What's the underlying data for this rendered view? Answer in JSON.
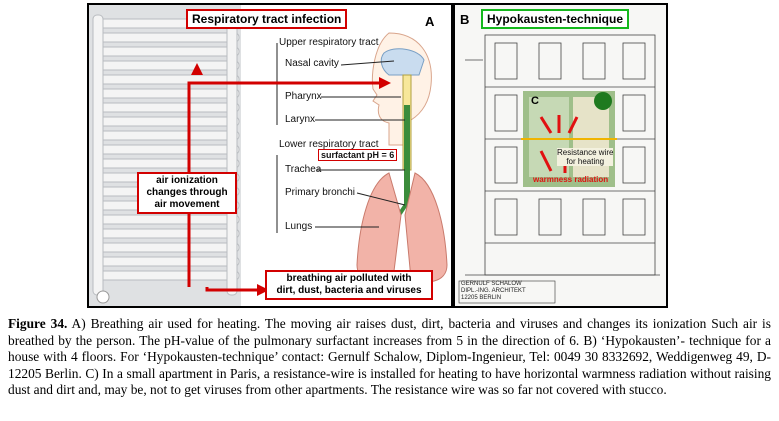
{
  "panel_a": {
    "letter": "A",
    "title": "Respiratory tract infection",
    "upper_tract": "Upper respiratory tract",
    "nasal_cavity": "Nasal cavity",
    "pharynx": "Pharynx",
    "larynx": "Larynx",
    "lower_tract": "Lower respiratory tract",
    "surfactant": "surfactant pH = 6",
    "trachea": "Trachea",
    "primary_bronchi": "Primary bronchi",
    "lungs": "Lungs",
    "air_ionization": [
      "air ionization",
      "changes through",
      "air movement"
    ],
    "polluted": [
      "breathing air polluted with",
      "dirt, dust, bacteria and viruses"
    ]
  },
  "panel_b": {
    "letter": "B",
    "title": "Hypokausten-technique",
    "inset_letter": "C",
    "resistance_wire": [
      "Resistance wire",
      "for heating"
    ],
    "inset_caption": "warmness radiation",
    "stamp": [
      "GERNULF SCHALOW",
      "DIPL.-ING. ARCHITEKT",
      "12205 BERLIN"
    ]
  },
  "caption": {
    "label": "Figure 34.",
    "text": " A) Breathing air used for heating. The moving air raises dust, dirt, bacteria and viruses and changes its ionization Such air is breathed by the person. The pH-value of the pulmonary surfactant increases from 5 in the direction of 6. B) ‘Hypokausten’- technique for a house with 4 floors. For ‘Hypokausten-technique’ contact: Gernulf Schalow, Diplom-Ingenieur, Tel: 0049 30 8332692, Weddigenweg 49, D-12205 Berlin. C) In a small apartment in Paris, a resistance-wire is installed for heating to have horizontal warmness radiation without raising dust and dirt and, may be, not to get viruses from other apartments. The resistance wire was so far not covered with stucco."
  },
  "colors": {
    "arrow_red": "#d20000",
    "title_border_green": "#14b81c",
    "lung_pink": "#f2b3a8",
    "airway_green": "#3b8c3b",
    "nasal_blue": "#c9dcef"
  }
}
